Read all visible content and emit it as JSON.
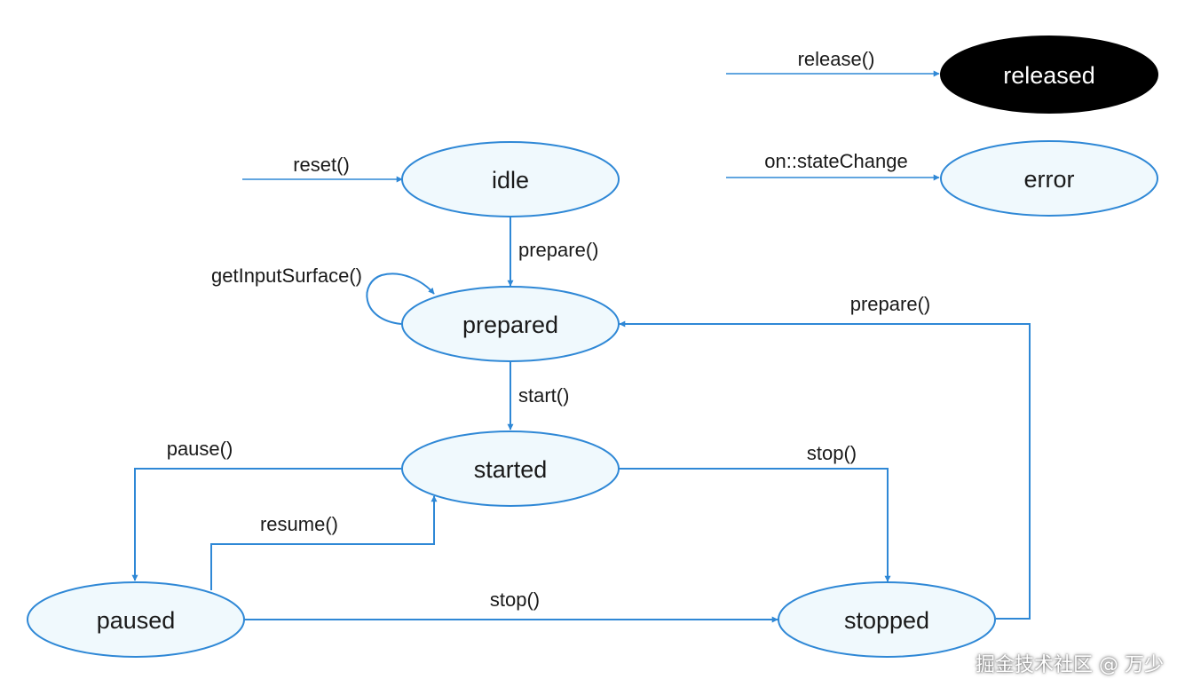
{
  "states": {
    "released": "released",
    "error": "error",
    "idle": "idle",
    "prepared": "prepared",
    "started": "started",
    "paused": "paused",
    "stopped": "stopped"
  },
  "transitions": {
    "release": "release()",
    "state_change": "on::stateChange",
    "reset": "reset()",
    "prepare_from_idle": "prepare()",
    "get_input_surface": "getInputSurface()",
    "prepare_from_stopped": "prepare()",
    "start": "start()",
    "pause": "pause()",
    "resume": "resume()",
    "stop_from_started": "stop()",
    "stop_from_paused": "stop()"
  },
  "watermark": "掘金技术社区 @ 万少",
  "colors": {
    "edge": "#2f88d6",
    "state_fill": "#f0f9fd",
    "released_fill": "#000000"
  }
}
